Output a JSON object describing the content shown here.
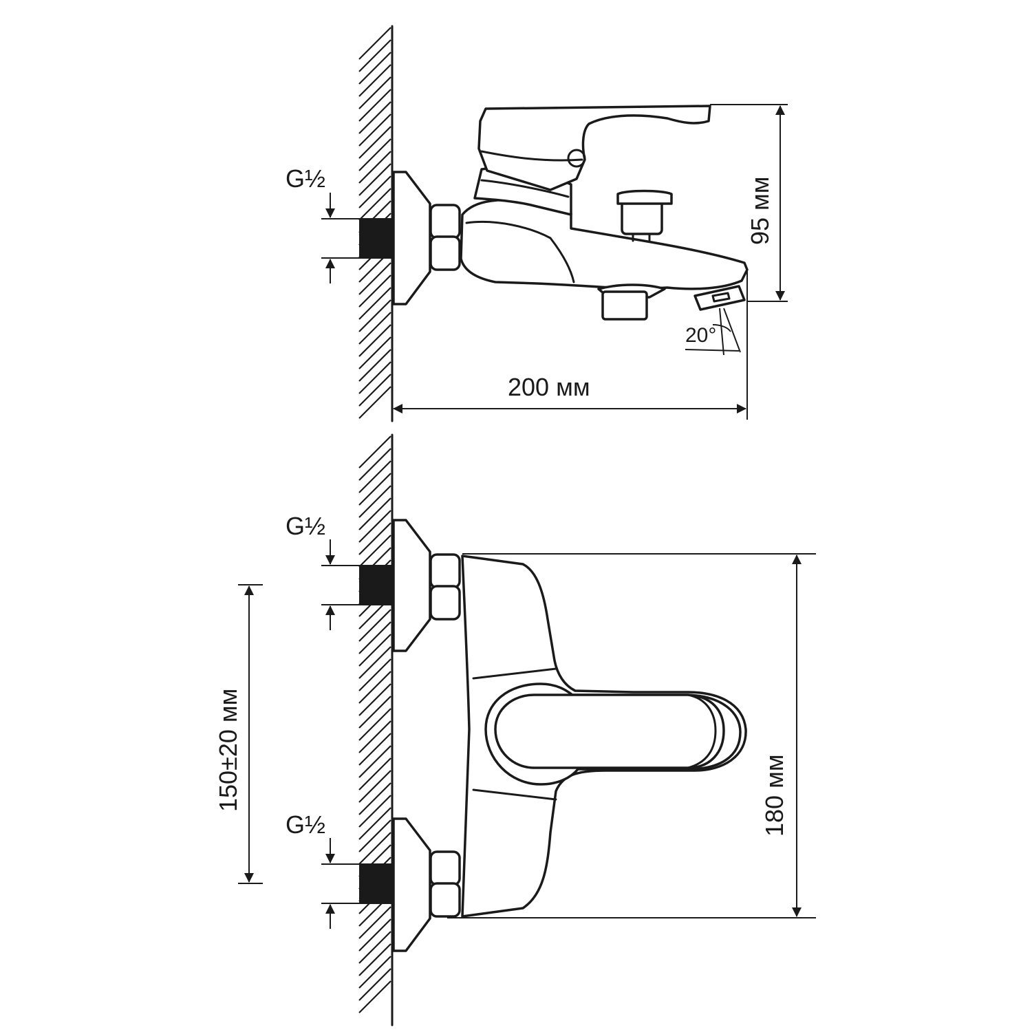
{
  "labels": {
    "thread_top": "G½",
    "thread_front_upper": "G½",
    "thread_front_lower": "G½",
    "height": "95 мм",
    "length": "200 мм",
    "angle": "20°",
    "spacing": "150±20 мм",
    "total_width": "180 мм"
  }
}
